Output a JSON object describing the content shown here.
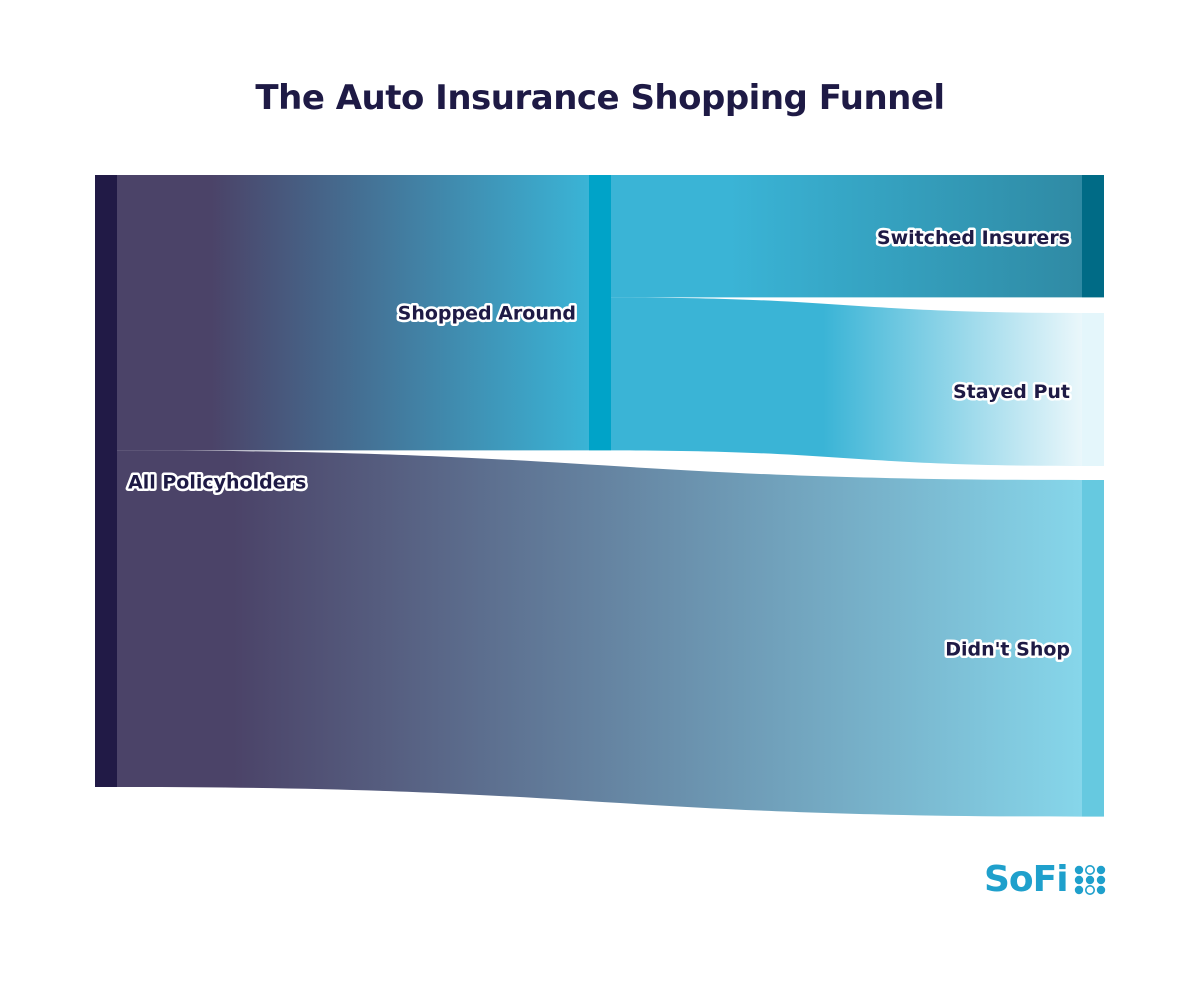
{
  "chart_data": {
    "type": "sankey",
    "title": "The Auto Insurance Shopping Funnel",
    "nodes": [
      {
        "id": "all",
        "label": "All Policyholders",
        "value": 100,
        "color": "#211a46"
      },
      {
        "id": "shopped",
        "label": "Shopped Around",
        "value": 45,
        "color": "#00a3c8"
      },
      {
        "id": "switched",
        "label": "Switched Insurers",
        "value": 20,
        "color": "#006b86"
      },
      {
        "id": "stayed",
        "label": "Stayed Put",
        "value": 25,
        "color": "#e4f6fb"
      },
      {
        "id": "didnt",
        "label": "Didn't Shop",
        "value": 55,
        "color": "#66c9e0"
      }
    ],
    "links": [
      {
        "source": "all",
        "target": "shopped",
        "value": 45
      },
      {
        "source": "all",
        "target": "didnt",
        "value": 55
      },
      {
        "source": "shopped",
        "target": "switched",
        "value": 20
      },
      {
        "source": "shopped",
        "target": "stayed",
        "value": 25
      }
    ],
    "colors": {
      "dark": "#4b4368",
      "mid": "#3ab4d6",
      "teal": "#2f8aa4",
      "light": "#eaf7fb",
      "light_cyan": "#86d6ea",
      "title": "#1e1a45"
    }
  },
  "brand": {
    "name": "SoFi",
    "color": "#1fa0cc",
    "icon": "sofi-dots-logo-icon"
  }
}
